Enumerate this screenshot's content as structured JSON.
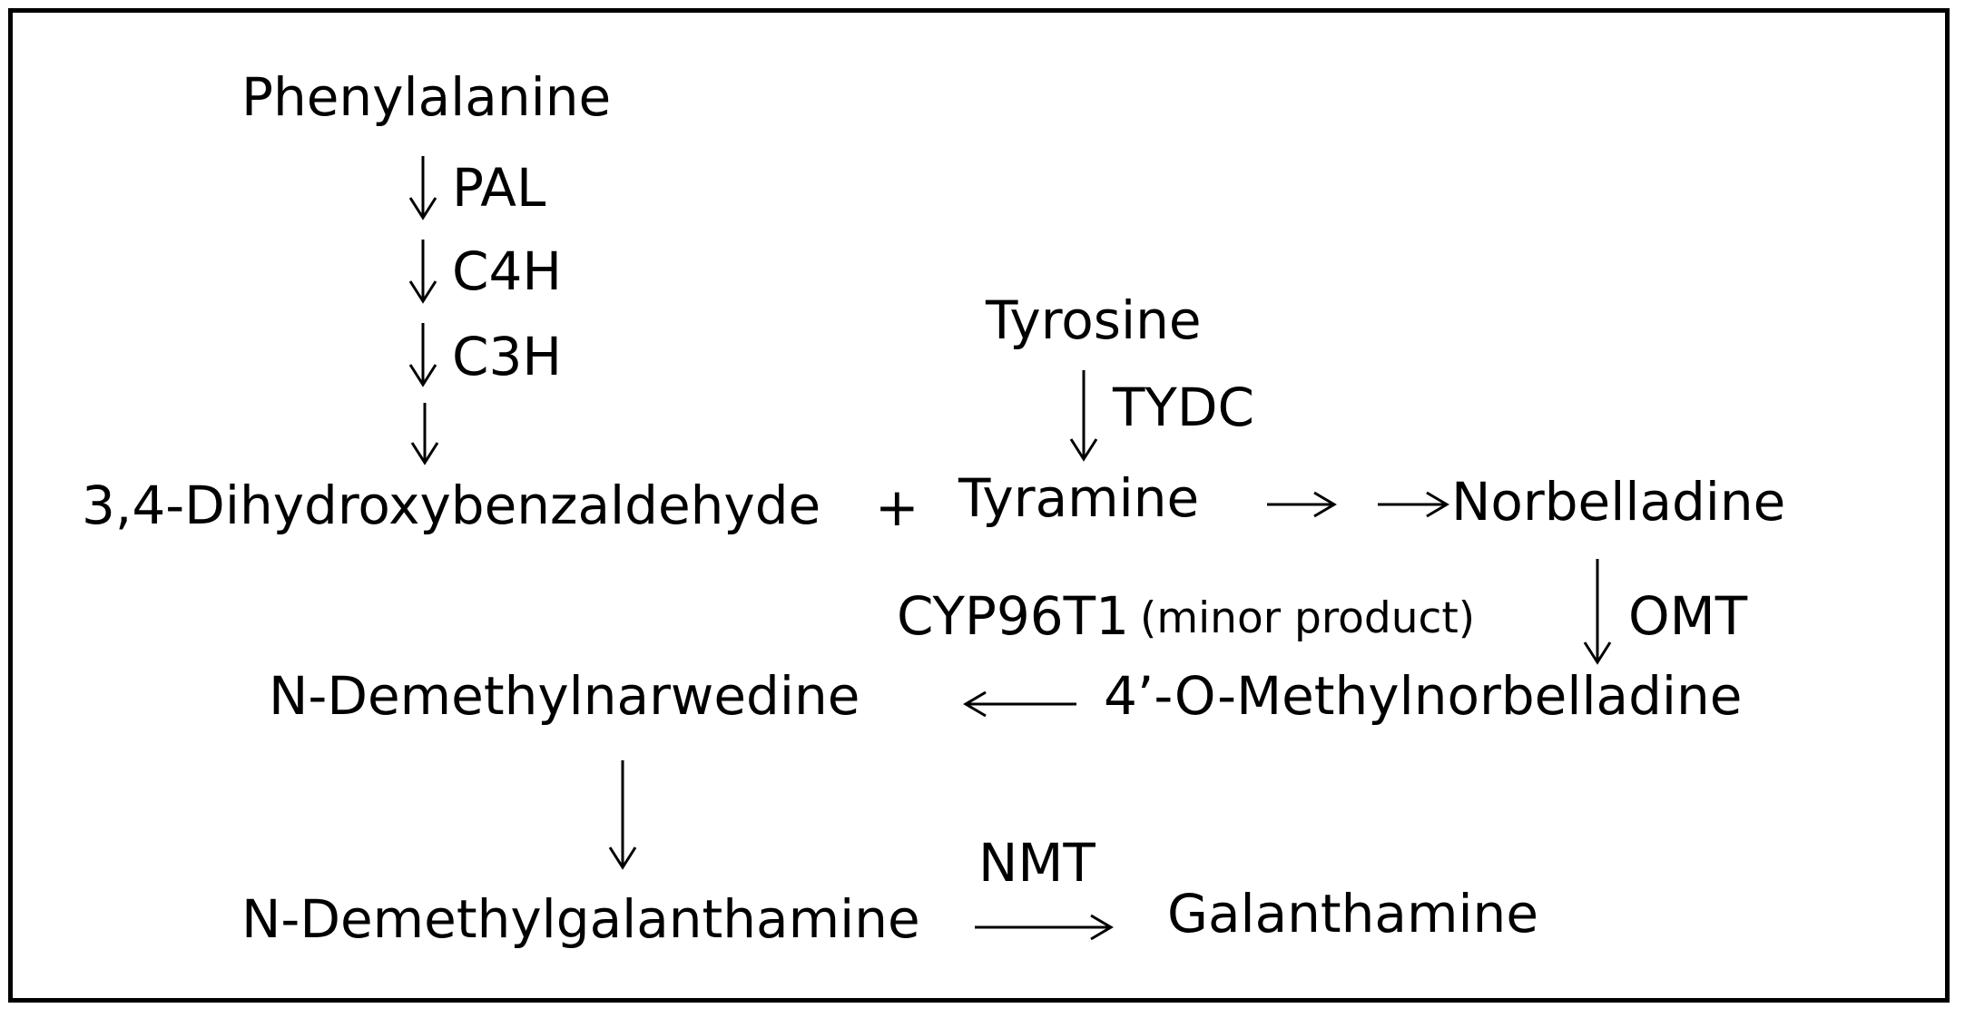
{
  "compounds": {
    "phenylalanine": "Phenylalanine",
    "dihydroxybenzaldehyde": "3,4-Dihydroxybenzaldehyde",
    "plus": "+",
    "tyrosine": "Tyrosine",
    "tyramine": "Tyramine",
    "norbelladine": "Norbelladine",
    "methylnorbelladine": "4’-O-Methylnorbelladine",
    "demethylnarwedine": "N-Demethylnarwedine",
    "demethylgalanthamine": "N-Demethylgalanthamine",
    "galanthamine": "Galanthamine"
  },
  "enzymes": {
    "pal": "PAL",
    "c4h": "C4H",
    "c3h": "C3H",
    "tydc": "TYDC",
    "omt": "OMT",
    "cyp": "CYP96T1",
    "cyp_note": "(minor product)",
    "nmt": "NMT"
  },
  "colors": {
    "ink": "#000000",
    "background": "#ffffff"
  }
}
